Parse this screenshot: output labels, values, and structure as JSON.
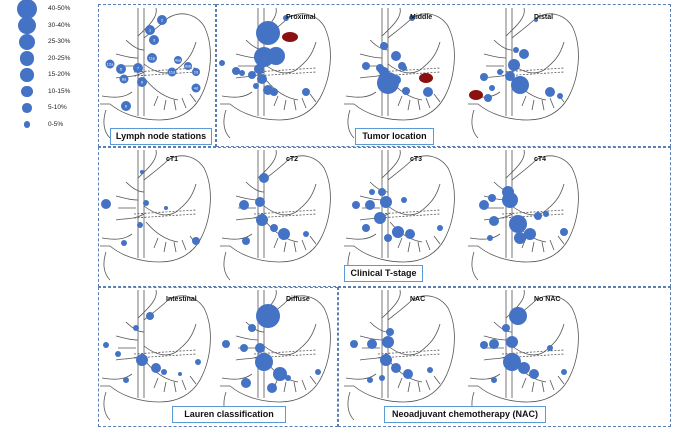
{
  "legend": [
    {
      "label": "40-50%",
      "level": 45
    },
    {
      "label": "30-40%",
      "level": 35
    },
    {
      "label": "25-30%",
      "level": 27.5
    },
    {
      "label": "20-25%",
      "level": 22.5
    },
    {
      "label": "15-20%",
      "level": 17.5
    },
    {
      "label": "10-15%",
      "level": 12.5
    },
    {
      "label": "5-10%",
      "level": 7.5
    },
    {
      "label": "0-5%",
      "level": 2.5
    }
  ],
  "colors": {
    "node": "#4472c4",
    "tumor": "#8b1010",
    "frame": "#5b7fb5",
    "label_border": "#5b9bd5"
  },
  "section_labels": {
    "lymph_node_stations": "Lymph node stations",
    "tumor_location": "Tumor location",
    "clinical_t_stage": "Clinical T-stage",
    "lauren": "Lauren classification",
    "nac": "Neoadjuvant chemotherapy (NAC)"
  },
  "station_numbers": [
    "1",
    "2",
    "3",
    "4sa",
    "4sb",
    "4d",
    "5",
    "6",
    "7",
    "8a",
    "9",
    "10",
    "11p",
    "11d",
    "12a"
  ],
  "panels": {
    "stations": {
      "title": ""
    },
    "proximal": {
      "title": "Proximal",
      "tumor": "proximal"
    },
    "middle": {
      "title": "Middle",
      "tumor": "middle"
    },
    "distal": {
      "title": "Distal",
      "tumor": "distal"
    },
    "ct1": {
      "title": "cT1"
    },
    "ct2": {
      "title": "cT2"
    },
    "ct3": {
      "title": "cT3"
    },
    "ct4": {
      "title": "cT4"
    },
    "intestinal": {
      "title": "Intestinal"
    },
    "diffuse": {
      "title": "Diffuse"
    },
    "nac": {
      "title": "NAC"
    },
    "no_nac": {
      "title": "No NAC"
    }
  }
}
